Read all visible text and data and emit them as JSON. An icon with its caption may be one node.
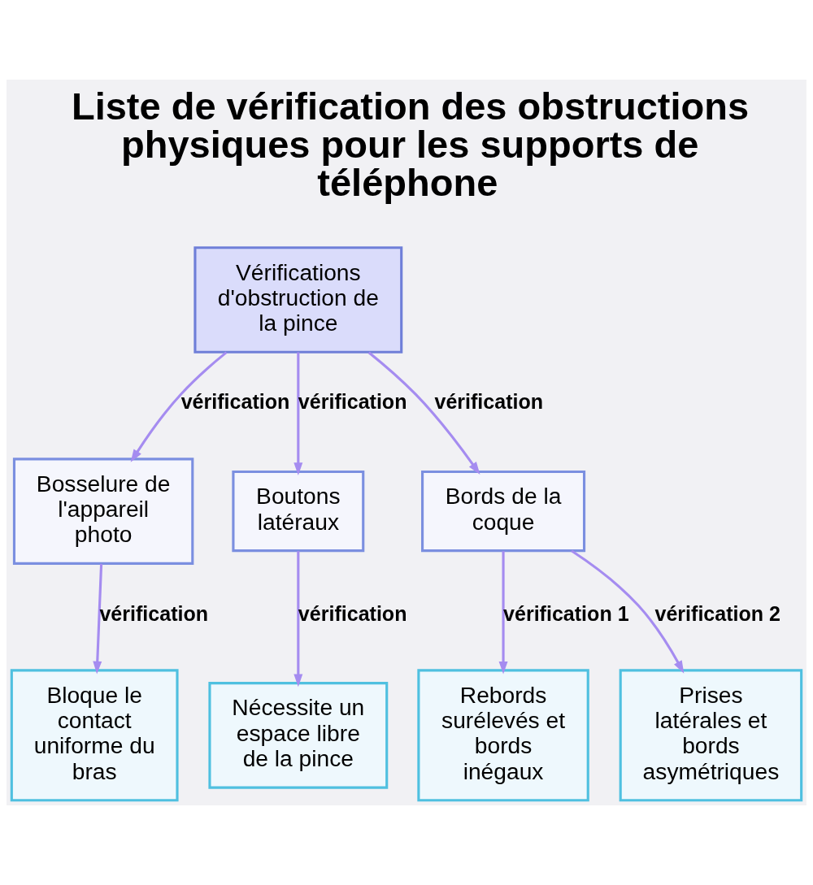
{
  "diagram": {
    "title": "Liste de vérification des obstructions physiques pour les supports de téléphone",
    "nodes": [
      {
        "text": [
          "Vérifications d'obstruction de la pince"
        ]
      },
      {
        "text": [
          "Bosselure de l'appareil photo"
        ]
      },
      {
        "text": [
          "Boutons latéraux"
        ]
      },
      {
        "text": [
          "Bords de la coque"
        ]
      },
      {
        "text": [
          "Bloque le contact uniforme du bras"
        ]
      },
      {
        "text": [
          "Nécessite un espace libre de la pince"
        ]
      },
      {
        "text": [
          "Rebords surélevés et bords inégaux"
        ]
      },
      {
        "text": [
          "Prises latérales et bords asymétriques"
        ]
      }
    ],
    "edges": [
      {
        "from": 0,
        "to": 1,
        "arrow": "to",
        "label": "vérification"
      },
      {
        "from": 0,
        "to": 2,
        "arrow": "to",
        "label": "vérification"
      },
      {
        "from": 0,
        "to": 3,
        "arrow": "to",
        "label": "vérification"
      },
      {
        "from": 1,
        "to": 4,
        "arrow": "to",
        "label": "vérification"
      },
      {
        "from": 2,
        "to": 5,
        "arrow": "to",
        "label": "vérification"
      },
      {
        "from": 3,
        "to": 6,
        "arrow": "to",
        "label": "vérification 1"
      },
      {
        "from": 3,
        "to": 7,
        "arrow": "to",
        "label": "vérification 2"
      }
    ]
  }
}
